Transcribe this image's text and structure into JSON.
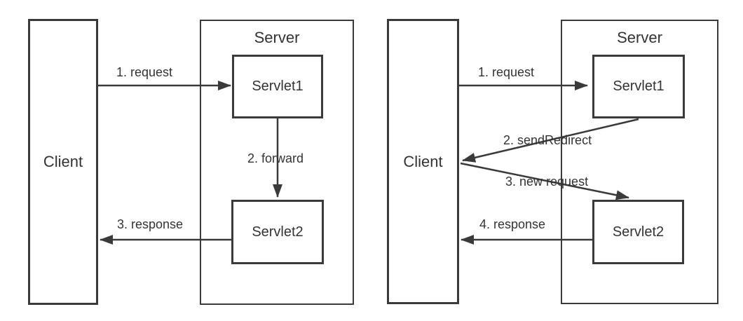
{
  "diagrams": [
    {
      "nodes": {
        "client": "Client",
        "server": "Server",
        "servlet1": "Servlet1",
        "servlet2": "Servlet2"
      },
      "flows": [
        {
          "step": "1",
          "label": "1. request",
          "from": "Client",
          "to": "Servlet1"
        },
        {
          "step": "2",
          "label": "2. forward",
          "from": "Servlet1",
          "to": "Servlet2"
        },
        {
          "step": "3",
          "label": "3. response",
          "from": "Servlet2",
          "to": "Client"
        }
      ]
    },
    {
      "nodes": {
        "client": "Client",
        "server": "Server",
        "servlet1": "Servlet1",
        "servlet2": "Servlet2"
      },
      "flows": [
        {
          "step": "1",
          "label": "1. request",
          "from": "Client",
          "to": "Servlet1"
        },
        {
          "step": "2",
          "label": "2. sendRedirect",
          "from": "Servlet1",
          "to": "Client"
        },
        {
          "step": "3",
          "label": "3. new request",
          "from": "Client",
          "to": "Servlet2"
        },
        {
          "step": "4",
          "label": "4. response",
          "from": "Servlet2",
          "to": "Client"
        }
      ]
    }
  ],
  "colors": {
    "line": "#3a3a3a",
    "text": "#333333",
    "background": "#ffffff"
  }
}
